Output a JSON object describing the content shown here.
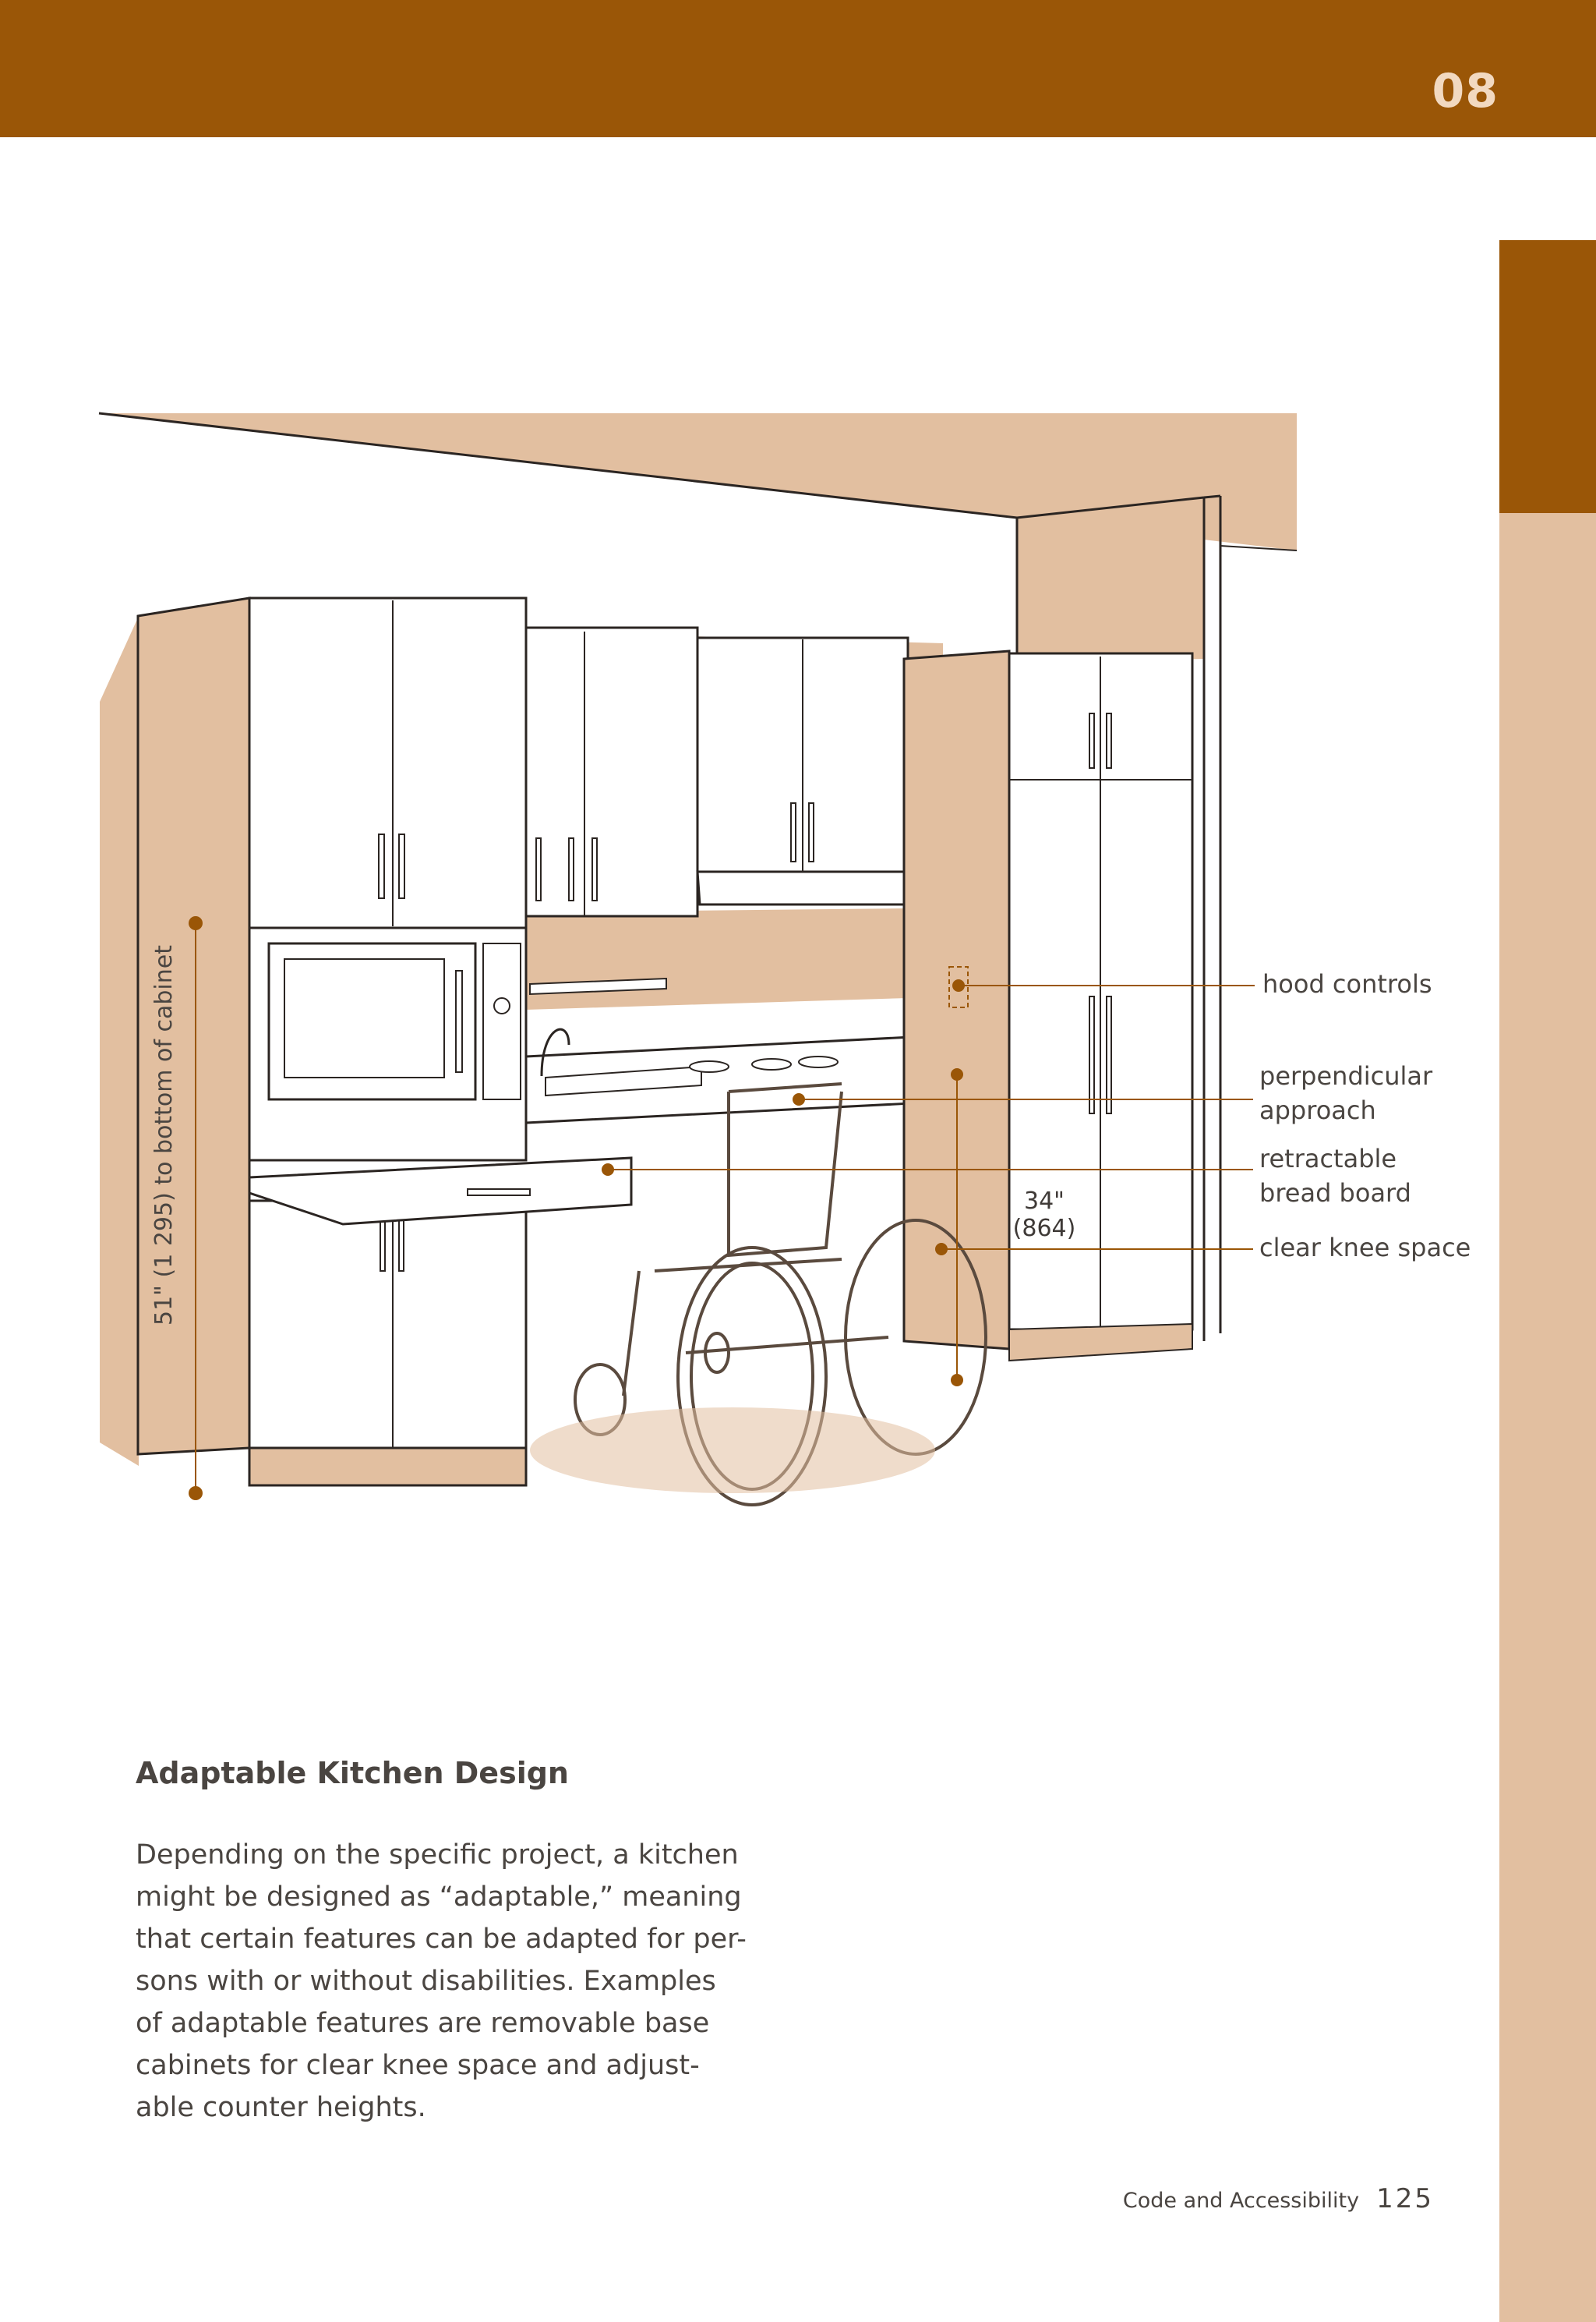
{
  "header": {
    "chapter_number": "08"
  },
  "figure": {
    "dimension_vertical": "51\" (1 295) to bottom of cabinet",
    "dimension_counter_in": "34\"",
    "dimension_counter_mm": "(864)",
    "callouts": [
      {
        "lines": [
          "hood controls"
        ]
      },
      {
        "lines": [
          "perpendicular",
          "approach"
        ]
      },
      {
        "lines": [
          "retractable",
          "bread board"
        ]
      },
      {
        "lines": [
          "clear knee space"
        ]
      }
    ]
  },
  "section": {
    "title": "Adaptable Kitchen Design",
    "body_lines": [
      "Depending on the specific project, a kitchen",
      "might be designed as “adaptable,” meaning",
      "that certain features can be adapted for per-",
      "sons with or without disabilities. Examples",
      "of adaptable features are removable base",
      "cabinets for clear knee space and adjust-",
      "able counter heights."
    ]
  },
  "footer": {
    "label": "Code and Accessibility",
    "page_number": "125"
  },
  "colors": {
    "band": "#9a5607",
    "strip": "#e2bfa0",
    "wall": "#e2bfa0",
    "accent": "#9a5607",
    "line": "#2b2522"
  }
}
